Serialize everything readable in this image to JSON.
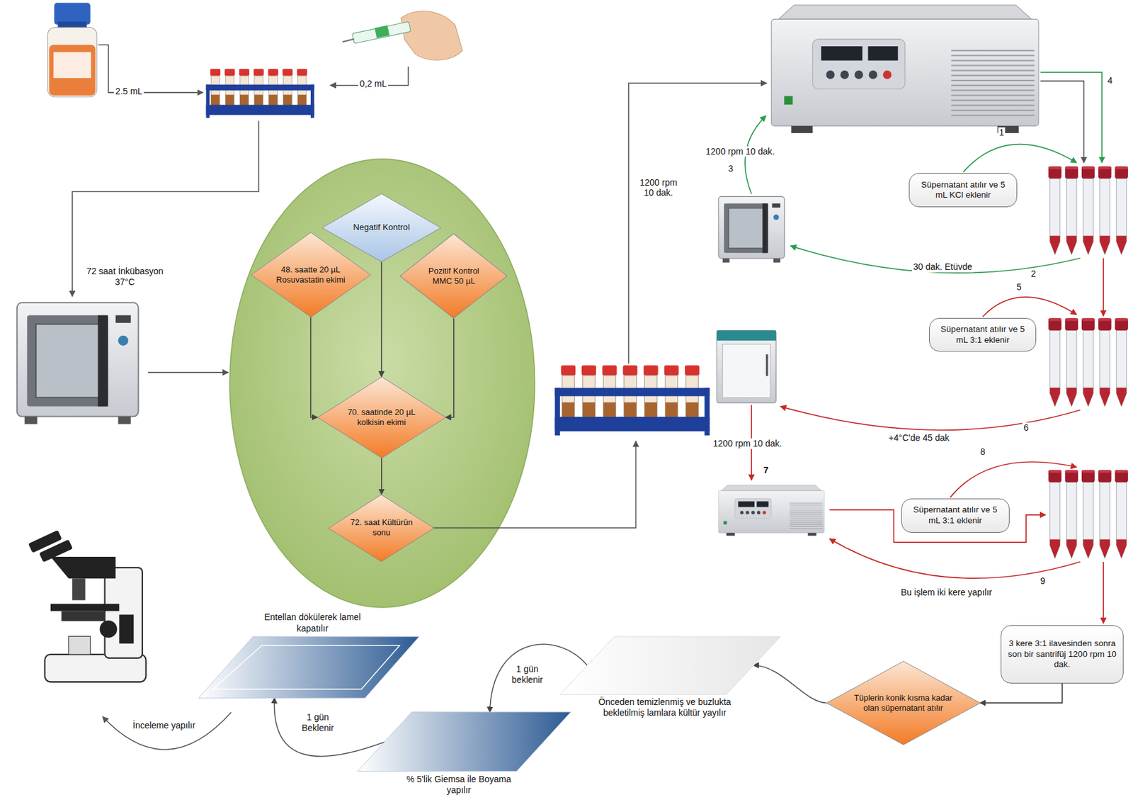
{
  "diagram": {
    "nodes": [
      {
        "text": [
          "Negatif Kontrol"
        ]
      },
      {
        "text": [
          "48. saatte 20 µL Rosuvastatin ekimi"
        ]
      },
      {
        "text": [
          "Pozitif Kontrol MMC 50 µL"
        ]
      },
      {
        "text": [
          "70. saatinde 20 µL kolkisin ekimi"
        ]
      },
      {
        "text": [
          "72. saat Kültürün sonu"
        ]
      },
      {
        "text": [
          "Süpernatant atılır ve 5 mL KCl eklenir"
        ]
      },
      {
        "text": [
          "Süpernatant atılır ve 5 mL 3:1 eklenir"
        ]
      },
      {
        "text": [
          "Süpernatant atılır ve 5 mL 3:1 eklenir"
        ]
      },
      {
        "text": [
          "3 kere 3:1 ilavesinden sonra son bir santrifüj 1200 rpm 10 dak."
        ]
      },
      {
        "text": [
          "Tüplerin konik kısma kadar olan süpernatant atılır"
        ]
      },
      {
        "text": [
          "Önceden temizlenmiş ve buzlukta bekletilmiş lamlara kültür yayılır"
        ]
      },
      {
        "text": [
          "% 5'lik Giemsa ile Boyama yapılır"
        ]
      },
      {
        "text": [
          "Entellan dökülerek lamel kapatılır"
        ]
      }
    ],
    "edges": [
      {
        "from": 0,
        "to": 3,
        "arrow": "to"
      },
      {
        "from": 1,
        "to": 3,
        "arrow": "to"
      },
      {
        "from": 2,
        "to": 3,
        "arrow": "to"
      },
      {
        "from": 3,
        "to": 4,
        "arrow": "to"
      },
      {
        "from": 8,
        "to": 9,
        "arrow": "to"
      },
      {
        "from": 9,
        "to": 10,
        "arrow": "to"
      },
      {
        "from": 10,
        "to": 11,
        "label": "1 gün beklenir",
        "arrow": "to"
      },
      {
        "from": 11,
        "to": 12,
        "label": "1 gün Beklenir",
        "arrow": "to"
      }
    ],
    "labels": [
      "2.5 mL",
      "0,2 mL",
      "72 saat İnkübasyon 37°C",
      "1200 rpm 10 dak.",
      "4",
      "1",
      "1200 rpm 10 dak.",
      "3",
      "30 dak. Etüvde",
      "2",
      "5",
      "6",
      "+4°C'de 45 dak",
      "1200 rpm 10 dak.",
      "7",
      "8",
      "9",
      "Bu işlem iki kere yapılır",
      "İnceleme yapılır"
    ]
  }
}
